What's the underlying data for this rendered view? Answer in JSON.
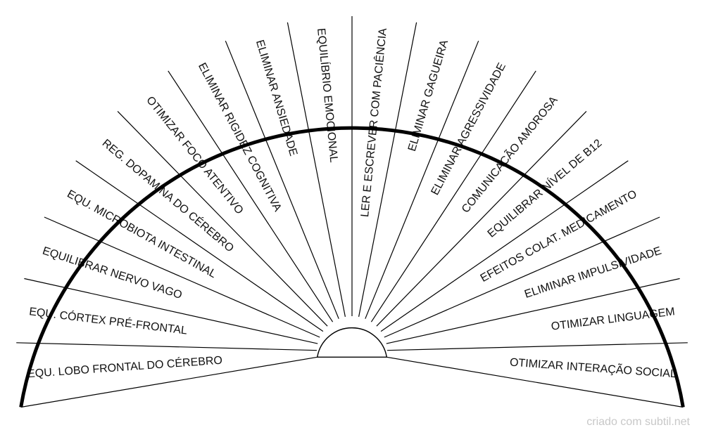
{
  "sectors": [
    "EQU. LOBO FRONTAL DO CÉREBRO",
    "EQU. CÓRTEX PRÉ-FRONTAL",
    "EQUILIBRAR NERVO VAGO",
    "EQU. MICROBIOTA INTESTINAL",
    "REG. DOPAMINA DO CÉREBRO",
    "OTIMIZAR FOCO ATENTIVO",
    "ELIMINAR RIGIDEZ COGNITIVA",
    "ELIMINAR ANSIEDADE",
    "EQUILÍBRIO EMOCIONAL",
    "LER E ESCREVER COM PACIÊNCIA",
    "ELIMINAR GAGUEIRA",
    "ELIMINAR AGRESSIVIDADE",
    "COMUNICACÃO AMOROSA",
    "EQUILIBRAR NÍVEL DE B12",
    "EFEITOS COLAT. MEDICAMENTO",
    "ELIMINAR IMPULSIVIDADE",
    "OTIMIZAR LINGUAGEM",
    "OTIMIZAR INTERAÇÃO SOCIAL"
  ],
  "watermark": "criado com subtil.net",
  "colors": {
    "outline": "#000000",
    "text": "#111111",
    "watermark": "#c8c8c8"
  }
}
